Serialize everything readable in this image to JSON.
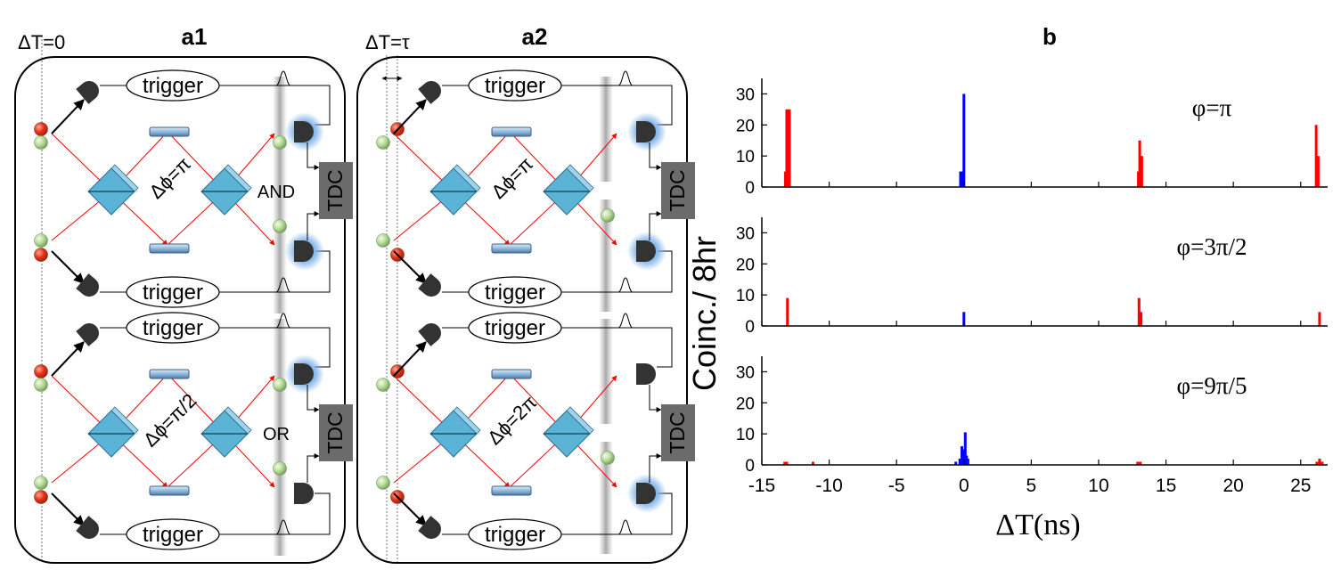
{
  "panels": {
    "a1": {
      "title": "a1",
      "dt_label": "ΔT=0"
    },
    "a2": {
      "title": "a2",
      "dt_label": "ΔT=τ"
    },
    "b": {
      "title": "b"
    }
  },
  "labels": {
    "trigger": "trigger",
    "tdc": "TDC",
    "and": "AND",
    "or": "OR",
    "phase_pi": "Δϕ=π",
    "phase_pi_over_2": "Δϕ=π/2",
    "phase_2pi": "Δϕ=2π"
  },
  "colors": {
    "signal_photon": "#e8341c",
    "idler_photon": "#a8d08d",
    "beam": "#ff0000",
    "beamsplitter": "#5bb4d6",
    "mirror": "#9dc3e6",
    "detector": "#333333",
    "tdc_box": "#6b6b6b",
    "side_peak": "#ff0000",
    "center_peak": "#0000ff"
  },
  "chart_data": [
    {
      "type": "bar",
      "title": "",
      "annotation": "φ=π",
      "xlim": [
        -15,
        27
      ],
      "ylim": [
        0,
        35
      ],
      "yticks": [
        0,
        10,
        20,
        30
      ],
      "bars": [
        {
          "x": -13.25,
          "y": 5,
          "series": "side"
        },
        {
          "x": -13.15,
          "y": 25,
          "series": "side"
        },
        {
          "x": -13.05,
          "y": 25,
          "series": "side"
        },
        {
          "x": -12.95,
          "y": 25,
          "series": "side"
        },
        {
          "x": -0.25,
          "y": 5,
          "series": "center"
        },
        {
          "x": -0.12,
          "y": 5,
          "series": "center"
        },
        {
          "x": 0.0,
          "y": 30,
          "series": "center"
        },
        {
          "x": 12.95,
          "y": 5,
          "series": "side"
        },
        {
          "x": 13.05,
          "y": 15,
          "series": "side"
        },
        {
          "x": 13.2,
          "y": 10,
          "series": "side"
        },
        {
          "x": 26.15,
          "y": 20,
          "series": "side"
        },
        {
          "x": 26.3,
          "y": 10,
          "series": "side"
        }
      ]
    },
    {
      "type": "bar",
      "title": "",
      "annotation": "φ=3π/2",
      "xlim": [
        -15,
        27
      ],
      "ylim": [
        0,
        35
      ],
      "yticks": [
        0,
        10,
        20,
        30
      ],
      "bars": [
        {
          "x": -13.1,
          "y": 9,
          "series": "side"
        },
        {
          "x": 0.0,
          "y": 4.5,
          "series": "center"
        },
        {
          "x": 13.0,
          "y": 9,
          "series": "side"
        },
        {
          "x": 13.15,
          "y": 4.5,
          "series": "side"
        },
        {
          "x": 26.4,
          "y": 4.5,
          "series": "side"
        }
      ]
    },
    {
      "type": "bar",
      "title": "",
      "annotation": "φ=9π/5",
      "xlim": [
        -15,
        27
      ],
      "ylim": [
        0,
        35
      ],
      "yticks": [
        0,
        10,
        20,
        30
      ],
      "xticks": [
        -15,
        -10,
        -5,
        0,
        5,
        10,
        15,
        20,
        25
      ],
      "xlabel": "ΔT(ns)",
      "bars": [
        {
          "x": -13.3,
          "y": 1,
          "series": "side"
        },
        {
          "x": -13.15,
          "y": 1,
          "series": "side"
        },
        {
          "x": -11.2,
          "y": 1,
          "series": "side"
        },
        {
          "x": -0.6,
          "y": 1,
          "series": "center"
        },
        {
          "x": -0.3,
          "y": 2,
          "series": "center"
        },
        {
          "x": -0.15,
          "y": 6,
          "series": "center"
        },
        {
          "x": 0.0,
          "y": 5,
          "series": "center"
        },
        {
          "x": 0.1,
          "y": 10.5,
          "series": "center"
        },
        {
          "x": 0.2,
          "y": 3,
          "series": "center"
        },
        {
          "x": 0.3,
          "y": 2,
          "series": "center"
        },
        {
          "x": 12.9,
          "y": 1,
          "series": "side"
        },
        {
          "x": 13.1,
          "y": 1,
          "series": "side"
        },
        {
          "x": 26.2,
          "y": 1,
          "series": "side"
        },
        {
          "x": 26.4,
          "y": 2,
          "series": "side"
        },
        {
          "x": 26.6,
          "y": 1,
          "series": "side"
        }
      ]
    }
  ],
  "chart_ylabel": "Coinc./ 8hr"
}
